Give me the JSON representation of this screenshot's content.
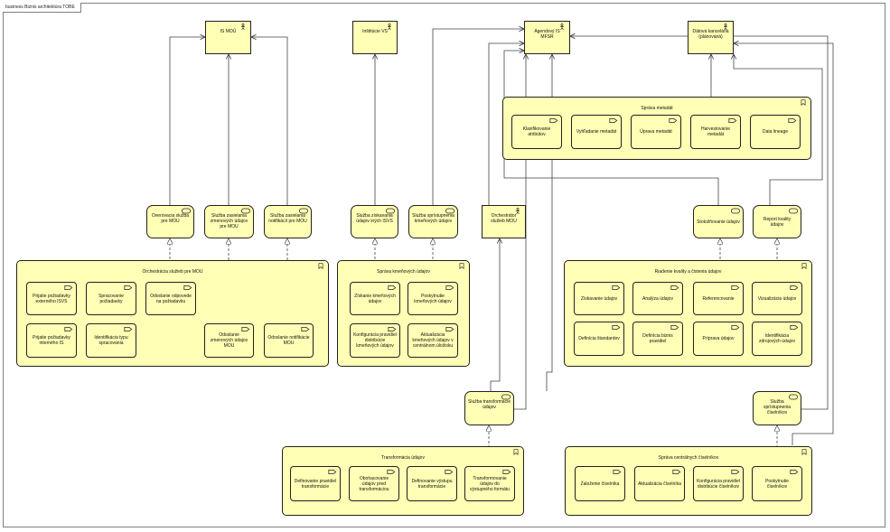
{
  "diagram": {
    "title": "business Biznis architektúra TOBE",
    "actors": {
      "is_mou": "IS MOÚ",
      "institucie_vs": "Inštitúcie VS",
      "agendovy_is_mfsr": "Agendový IS MFSR",
      "datova_kancelaria": "Dátová kancelária (plánovaná)",
      "orchestrator": "Orchestrátor služieb MOU"
    },
    "services": {
      "overovacia": "Overovacia služba pre MOU",
      "zasielania_zmenovych": "Služba zasielania zmenových údajov pre MOU",
      "zasielania_notifikacii": "Služba zasielania notifikácií pre MOU",
      "ziskavania_udajov": "Služba získavania údajov iných ISVS",
      "sprist_kmenovych": "Služba sprístupnenia kmeňových údajov",
      "stotoznovanie": "Stotožňovanie údajov",
      "report_kvality": "Report kvality údajov",
      "transformacie": "Služba transformácie údajov",
      "sprist_ciselnikov": "Služba sprístupnenia číselníkov"
    },
    "groups": {
      "orchestracia": {
        "label": "Orchestrácia služieb pre MOU",
        "functions": {
          "prijatie_ext": "Prijatie požiadavky externého ISVS",
          "spracovanie": "Spracovanie požiadavky",
          "odoslanie_odpovede": "Odoslanie odpovede na požiadavku",
          "prijatie_int": "Prijatie požiadavky interného IS",
          "identifikacia_typu": "Identifikácia typu spracovania",
          "odoslanie_zmenovych": "Odoslanie zmenových údajov MOU",
          "odoslanie_notifikacie": "Odoslanie notifikácie MOU"
        }
      },
      "kmenove": {
        "label": "Správa kmeňových údajov",
        "functions": {
          "ziskanie": "Získanie kmeňových údajov",
          "poskytnutie": "Poskytnutie kmeňových údajov",
          "konfiguracia": "Konfigurácia pravidiel distribúcie kmeňových údajov",
          "aktualizacia": "Aktualizácia kmeňových údajov v centrálnom úložisku"
        }
      },
      "metadata": {
        "label": "Správa metadát",
        "functions": {
          "klasifikovanie": "Klasifikovanie atribútov",
          "vyhladanie": "Vyhľadanie metadát",
          "uprava": "Úprava metadát",
          "harvestovanie": "Harvestovanie metadát",
          "lineage": "Data lineage"
        }
      },
      "kvalita": {
        "label": "Riadenie kvality a čistenia údajov",
        "functions": {
          "ziskavanie": "Získavanie údajov",
          "analyza": "Analýza údajov",
          "referencovanie": "Referencovanie",
          "vizualizacia": "Vizualizácia údajov",
          "definicia_standardov": "Definícia štandardov",
          "definicia_pravidiel": "Definícia biznis pravidiel",
          "priprava": "Príprava údajov",
          "identifikacia_zdrojovych": "Identifikácia zdrojových údajov"
        }
      },
      "transformacia": {
        "label": "Transformácia údajov",
        "functions": {
          "definovanie_pravidiel": "Definovanie pravidiel transformácie",
          "obohacovanie": "Obohacovanie údajov pred transformáciou",
          "definovanie_vystupu": "Definovanie výstupu transformácie",
          "transformovanie": "Transformovanie údajov do výstupného formátu"
        }
      },
      "ciselniky": {
        "label": "Správa centrálnych číselníkov",
        "functions": {
          "zalozenie": "Založenie číselníka",
          "aktualizacia": "Aktualizácia číselníka",
          "konfiguracia": "Konfigurácia pravidiel distribúcie číselníkov",
          "poskytnutie": "Poskytnutie číselníkov"
        }
      }
    }
  },
  "colors": {
    "element_fill": "#ffffb5",
    "element_border": "#222222",
    "connector": "#444444",
    "frame": "#808080"
  }
}
